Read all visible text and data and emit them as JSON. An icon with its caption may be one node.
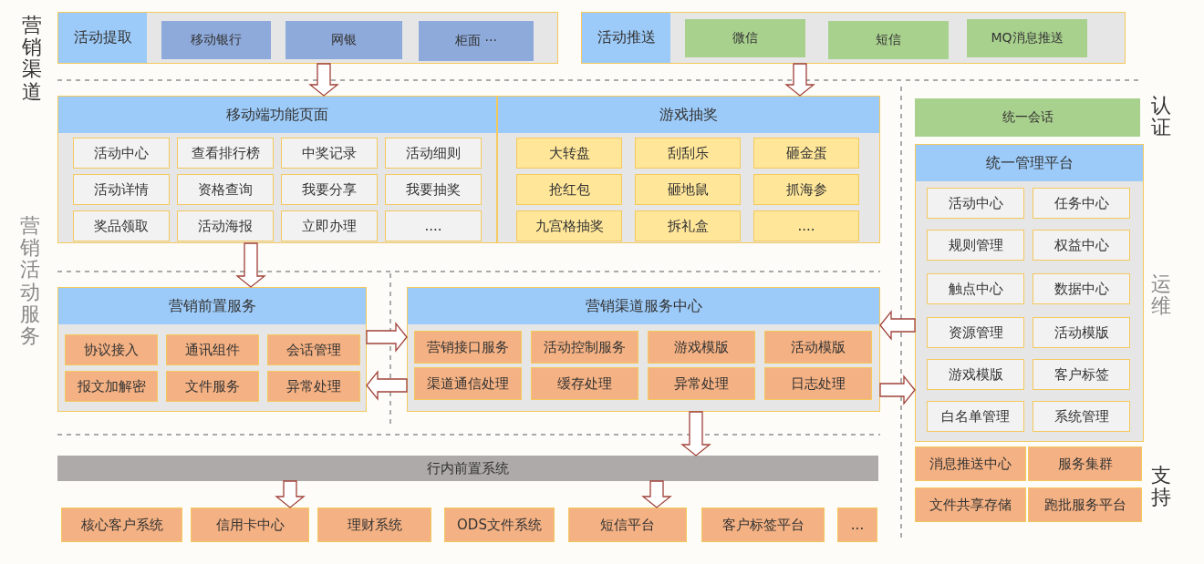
{
  "diagram": {
    "nodes": [
      {
        "text": [
          "活动提取"
        ]
      },
      {
        "text": [
          "移动银行"
        ],
        "in": 0
      },
      {
        "text": [
          "网银"
        ],
        "in": 0
      },
      {
        "text": [
          "柜面 ···"
        ],
        "in": 0
      },
      {
        "text": [
          "活动推送"
        ]
      },
      {
        "text": [
          "微信"
        ],
        "in": 4
      },
      {
        "text": [
          "短信"
        ],
        "in": 4
      },
      {
        "text": [
          "MQ消息推送"
        ],
        "in": 4
      },
      {
        "text": [
          "移动端功能页面"
        ]
      },
      {
        "text": [
          "活动中心"
        ],
        "in": 8
      },
      {
        "text": [
          "查看排行榜"
        ],
        "in": 8
      },
      {
        "text": [
          "中奖记录"
        ],
        "in": 8
      },
      {
        "text": [
          "活动细则"
        ],
        "in": 8
      },
      {
        "text": [
          "活动详情"
        ],
        "in": 8
      },
      {
        "text": [
          "资格查询"
        ],
        "in": 8
      },
      {
        "text": [
          "我要分享"
        ],
        "in": 8
      },
      {
        "text": [
          "我要抽奖"
        ],
        "in": 8
      },
      {
        "text": [
          "奖品领取"
        ],
        "in": 8
      },
      {
        "text": [
          "活动海报"
        ],
        "in": 8
      },
      {
        "text": [
          "立即办理"
        ],
        "in": 8
      },
      {
        "text": [
          "...."
        ],
        "in": 8
      },
      {
        "text": [
          "游戏抽奖"
        ]
      },
      {
        "text": [
          "大转盘"
        ],
        "in": 21
      },
      {
        "text": [
          "刮刮乐"
        ],
        "in": 21
      },
      {
        "text": [
          "砸金蛋"
        ],
        "in": 21
      },
      {
        "text": [
          "抢红包"
        ],
        "in": 21
      },
      {
        "text": [
          "砸地鼠"
        ],
        "in": 21
      },
      {
        "text": [
          "抓海参"
        ],
        "in": 21
      },
      {
        "text": [
          "九宫格抽奖"
        ],
        "in": 21
      },
      {
        "text": [
          "拆礼盒"
        ],
        "in": 21
      },
      {
        "text": [
          "...."
        ],
        "in": 21
      },
      {
        "text": [
          "营销前置服务"
        ]
      },
      {
        "text": [
          "协议接入"
        ],
        "in": 31
      },
      {
        "text": [
          "通讯组件"
        ],
        "in": 31
      },
      {
        "text": [
          "会话管理"
        ],
        "in": 31
      },
      {
        "text": [
          "报文加解密"
        ],
        "in": 31
      },
      {
        "text": [
          "文件服务"
        ],
        "in": 31
      },
      {
        "text": [
          "异常处理"
        ],
        "in": 31
      },
      {
        "text": [
          "营销渠道服务中心"
        ]
      },
      {
        "text": [
          "营销接口服务"
        ],
        "in": 38
      },
      {
        "text": [
          "活动控制服务"
        ],
        "in": 38
      },
      {
        "text": [
          "游戏模版"
        ],
        "in": 38
      },
      {
        "text": [
          "活动模版"
        ],
        "in": 38
      },
      {
        "text": [
          "渠道通信处理"
        ],
        "in": 38
      },
      {
        "text": [
          "缓存处理"
        ],
        "in": 38
      },
      {
        "text": [
          "异常处理"
        ],
        "in": 38
      },
      {
        "text": [
          "日志处理"
        ],
        "in": 38
      },
      {
        "text": [
          "统一会话"
        ]
      },
      {
        "text": [
          "统一管理平台"
        ]
      },
      {
        "text": [
          "活动中心"
        ],
        "in": 48
      },
      {
        "text": [
          "任务中心"
        ],
        "in": 48
      },
      {
        "text": [
          "规则管理"
        ],
        "in": 48
      },
      {
        "text": [
          "权益中心"
        ],
        "in": 48
      },
      {
        "text": [
          "触点中心"
        ],
        "in": 48
      },
      {
        "text": [
          "数据中心"
        ],
        "in": 48
      },
      {
        "text": [
          "资源管理"
        ],
        "in": 48
      },
      {
        "text": [
          "活动模版"
        ],
        "in": 48
      },
      {
        "text": [
          "游戏模版"
        ],
        "in": 48
      },
      {
        "text": [
          "客户标签"
        ],
        "in": 48
      },
      {
        "text": [
          "白名单管理"
        ],
        "in": 48
      },
      {
        "text": [
          "系统管理"
        ],
        "in": 48
      },
      {
        "text": [
          "消息推送中心"
        ]
      },
      {
        "text": [
          "服务集群"
        ]
      },
      {
        "text": [
          "文件共享存储"
        ]
      },
      {
        "text": [
          "跑批服务平台"
        ]
      },
      {
        "text": [
          "行内前置系统"
        ]
      },
      {
        "text": [
          "核心客户系统"
        ]
      },
      {
        "text": [
          "信用卡中心"
        ]
      },
      {
        "text": [
          "理财系统"
        ]
      },
      {
        "text": [
          "ODS文件系统"
        ]
      },
      {
        "text": [
          "短信平台"
        ]
      },
      {
        "text": [
          "客户标签平台"
        ]
      },
      {
        "text": [
          "..."
        ]
      }
    ],
    "edges": [
      {
        "from": 0,
        "to": 8,
        "arrow": "to"
      },
      {
        "from": 4,
        "to": 21,
        "arrow": "to"
      },
      {
        "from": 8,
        "to": 31,
        "arrow": "to"
      },
      {
        "from": 31,
        "to": 38,
        "arrow": "to"
      },
      {
        "from": 38,
        "to": 31,
        "arrow": "to"
      },
      {
        "from": 48,
        "to": 38,
        "arrow": "to"
      },
      {
        "from": 38,
        "to": 48,
        "arrow": "to"
      },
      {
        "from": 38,
        "to": 65,
        "arrow": "to"
      },
      {
        "from": 65,
        "to": 67,
        "arrow": "to"
      },
      {
        "from": 65,
        "to": 70,
        "arrow": "to"
      }
    ],
    "labels": [
      "营销渠道",
      "营销活动服务",
      "认证",
      "运维",
      "支持"
    ]
  }
}
